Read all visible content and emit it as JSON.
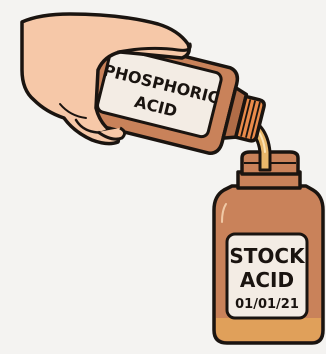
{
  "source_bottle": {
    "label_line1": "PHOSPHORIC",
    "label_line2": "ACID"
  },
  "target_bottle": {
    "label_line1": "STOCK",
    "label_line2": "ACID",
    "label_date": "01/01/21"
  },
  "colors": {
    "background": "#f4f3f1",
    "outline": "#1a1410",
    "skin": "#f6c8a8",
    "bottle_body": "#c9825a",
    "bottle_shade": "#b06c47",
    "cap": "#e98a4a",
    "liquid": "#e8b76a",
    "label": "#f3ece4"
  }
}
